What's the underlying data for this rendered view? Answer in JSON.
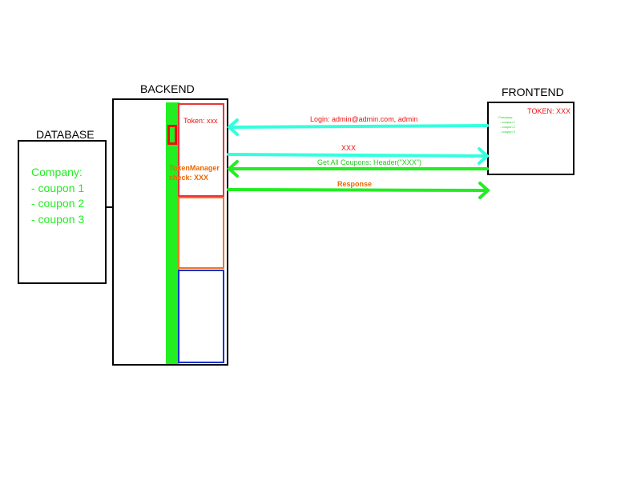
{
  "database": {
    "title": "DATABASE",
    "company": "Company:",
    "coupons": [
      "- coupon 1",
      "- coupon 2",
      "- coupon 3"
    ]
  },
  "backend": {
    "title": "BACKEND",
    "token_label": "Token: xxx",
    "token_manager": "TokenManager",
    "token_check": "check: XXX"
  },
  "frontend": {
    "title": "FRONTEND",
    "token": "TOKEN: XXX",
    "mini_list": [
      "Company:",
      "- coupon 1",
      "- coupon 2",
      "- coupon 3"
    ]
  },
  "arrows": {
    "login": "Login: admin@admin.com, admin",
    "xxx": "XXX",
    "get_all": "Get All Coupons: Header(\"XXX\")",
    "response": "Response"
  },
  "colors": {
    "cyan": "#33ffdd",
    "green": "#22ee22",
    "red": "#ee1111",
    "orange": "#ee6600",
    "blue": "#1133cc"
  }
}
